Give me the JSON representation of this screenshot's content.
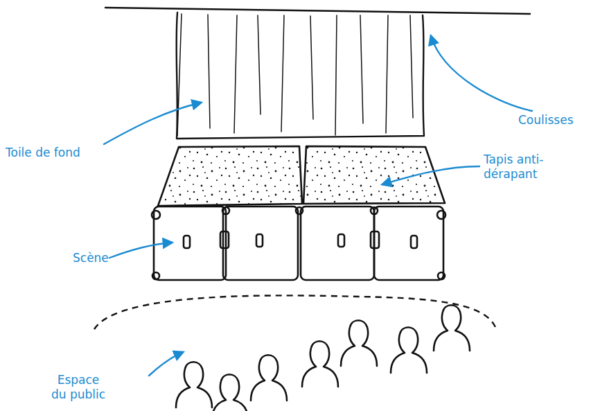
{
  "diagram": {
    "labels": [
      "Toile de fond",
      "Coulisses",
      "Tapis anti-dérapant",
      "Scène",
      "Espace du public"
    ]
  }
}
